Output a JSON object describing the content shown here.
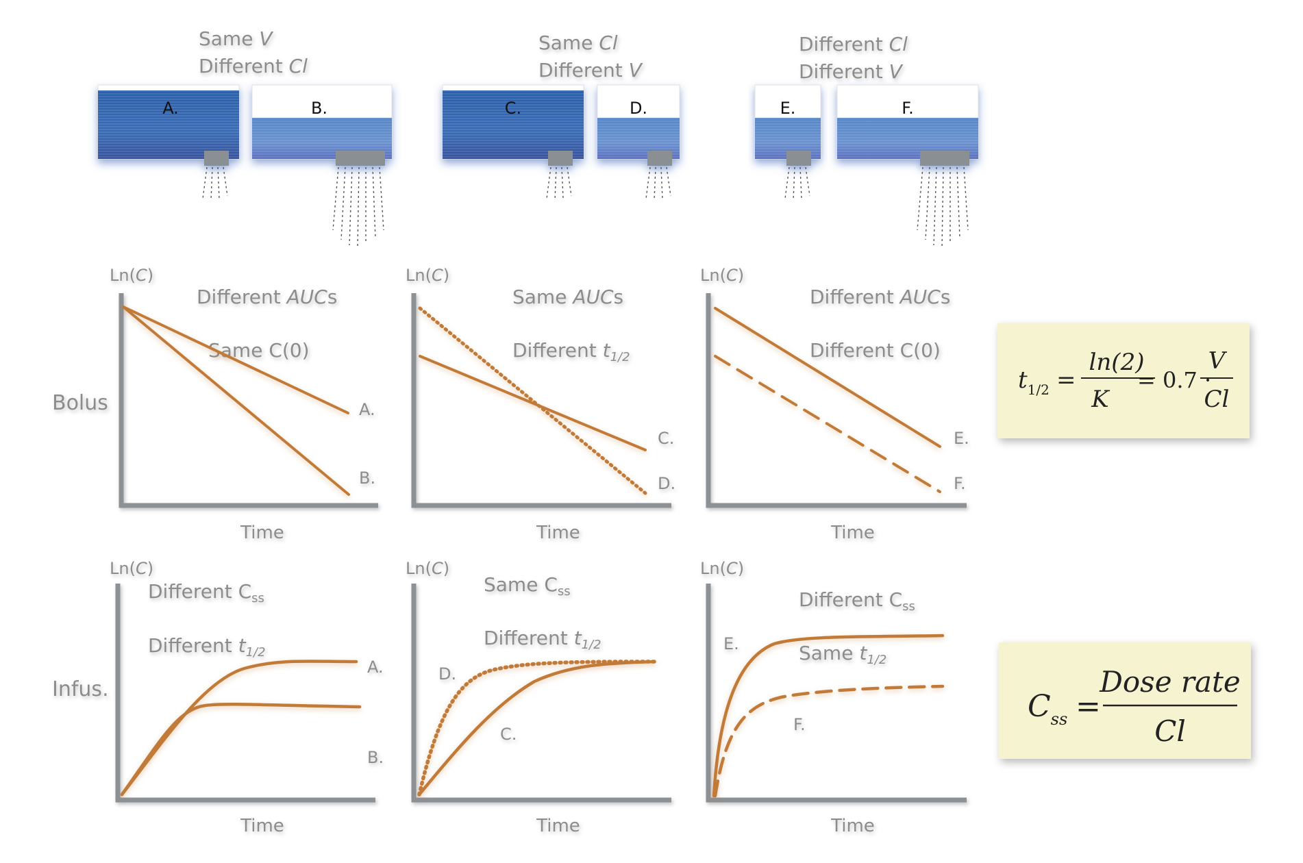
{
  "colors": {
    "curve": "#c27a38",
    "axis": "#8c9196",
    "label": "#8c8c8c",
    "water_dark": "#2f5fa6",
    "water_light": "#5f88c7",
    "formula_bg": "#f6f3d1"
  },
  "tanks": {
    "groups": [
      {
        "line1_pre": "Same ",
        "line1_var": "V",
        "line2_pre": "Different ",
        "line2_var": "Cl"
      },
      {
        "line1_pre": "Same ",
        "line1_var": "Cl",
        "line2_pre": "Different ",
        "line2_var": "V"
      },
      {
        "line1_pre": "Different ",
        "line1_var": "Cl",
        "line2_pre": "Different ",
        "line2_var": "V"
      }
    ],
    "labels": [
      "A.",
      "B.",
      "C.",
      "D.",
      "E.",
      "F."
    ]
  },
  "rows": {
    "bolus": "Bolus",
    "infusion": "Infus."
  },
  "axis": {
    "y_pre": "Ln(",
    "y_var": "C",
    "y_post": ")",
    "x": "Time"
  },
  "bolus_panels": [
    {
      "note1_pre": "Different ",
      "note1_it": "AUC",
      "note1_post": "s",
      "note2": "Same C(0)",
      "curve_labels": [
        "A.",
        "B."
      ]
    },
    {
      "note1_pre": "Same ",
      "note1_it": "AUC",
      "note1_post": "s",
      "note2_pre": "Different ",
      "note2_var": "t",
      "note2_sub": "1/2",
      "curve_labels": [
        "C.",
        "D."
      ]
    },
    {
      "note1_pre": "Different ",
      "note1_it": "AUC",
      "note1_post": "s",
      "note2": "Different C(0)",
      "curve_labels": [
        "E.",
        "F."
      ]
    }
  ],
  "infusion_panels": [
    {
      "note1_pre": "Different C",
      "note1_sub": "ss",
      "note2_pre": "Different ",
      "note2_var": "t",
      "note2_sub": "1/2",
      "curve_labels": [
        "A.",
        "B."
      ]
    },
    {
      "note1_pre": "Same C",
      "note1_sub": "ss",
      "note2_pre": "Different ",
      "note2_var": "t",
      "note2_sub": "1/2",
      "curve_labels": [
        "D.",
        "C."
      ]
    },
    {
      "note1_pre": "Different C",
      "note1_sub": "ss",
      "note2_pre": "Same ",
      "note2_var": "t",
      "note2_sub": "1/2",
      "curve_labels": [
        "E.",
        "F."
      ]
    }
  ],
  "formulas": {
    "half_life": {
      "lhs": "t",
      "lhs_sub": "1/2",
      "eq": "=",
      "num1": "ln(2)",
      "den1": "K",
      "mid": "= 0.7 ·",
      "num2": "V",
      "den2": "Cl"
    },
    "css": {
      "lhs": "C",
      "lhs_sub": "ss",
      "eq": "=",
      "num": "Dose rate",
      "den": "Cl"
    }
  }
}
